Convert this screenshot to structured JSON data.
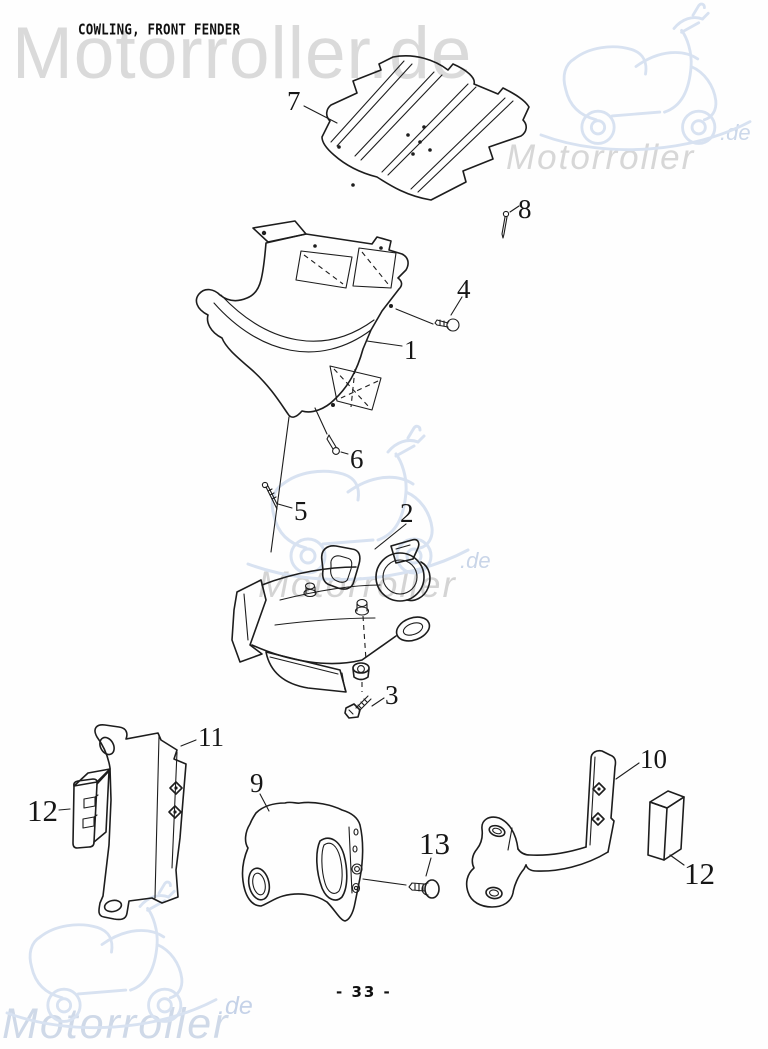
{
  "page": {
    "title": "COWLING, FRONT FENDER",
    "page_number": "- 33 -"
  },
  "watermark": {
    "full": "Motorroller.de",
    "name": "Motorroller",
    "tld": ".de"
  },
  "colors": {
    "ink": "#1d1d1d",
    "watermark_gray": "#d9d9d9",
    "watermark_blue": "#c9d5e8",
    "sketch_blue": "#d8e2f1"
  },
  "parts": [
    {
      "number": "7"
    },
    {
      "number": "8"
    },
    {
      "number": "4"
    },
    {
      "number": "1"
    },
    {
      "number": "6"
    },
    {
      "number": "5"
    },
    {
      "number": "2"
    },
    {
      "number": "3"
    },
    {
      "number": "11"
    },
    {
      "number": "12"
    },
    {
      "number": "9"
    },
    {
      "number": "13"
    },
    {
      "number": "10"
    },
    {
      "number": "12"
    }
  ]
}
